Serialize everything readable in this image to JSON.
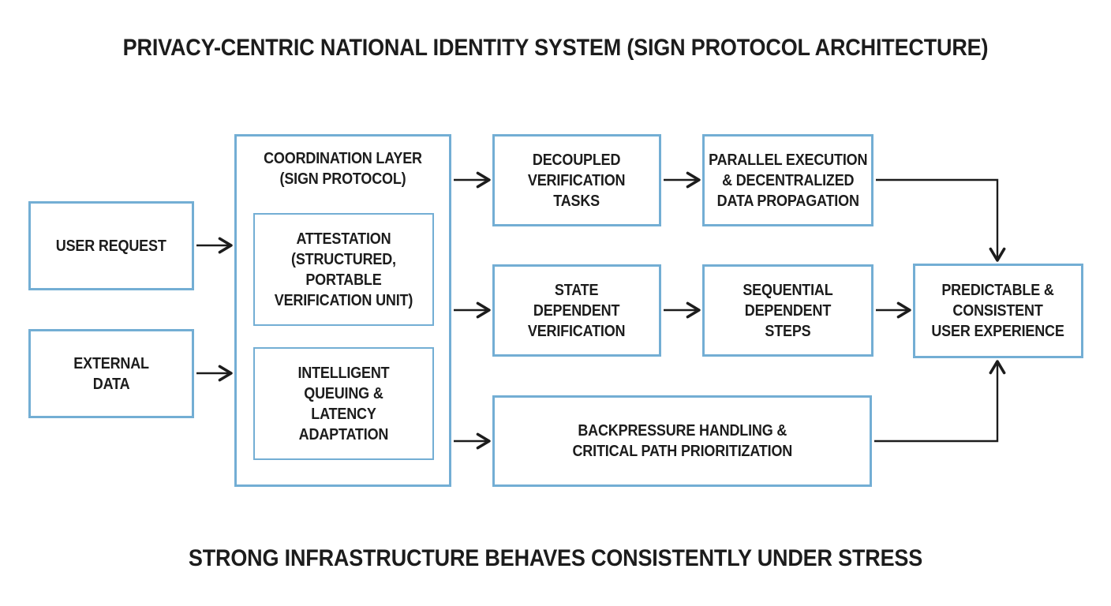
{
  "title": "PRIVACY-CENTRIC NATIONAL IDENTITY SYSTEM (SIGN PROTOCOL ARCHITECTURE)",
  "footer": "STRONG INFRASTRUCTURE BEHAVES CONSISTENTLY UNDER STRESS",
  "colors": {
    "box_border": "#73aed4",
    "arrow": "#1c1c1c",
    "text": "#1c1c1c",
    "background": "#ffffff"
  },
  "nodes": {
    "user_request": {
      "label": [
        "USER REQUEST"
      ]
    },
    "external_data": {
      "label": [
        "EXTERNAL",
        "DATA"
      ]
    },
    "coordination_layer": {
      "label": [
        "COORDINATION LAYER",
        "(SIGN PROTOCOL)"
      ]
    },
    "attestation": {
      "label": [
        "ATTESTATION",
        "(STRUCTURED,",
        "PORTABLE",
        "VERIFICATION UNIT)"
      ]
    },
    "intelligent_queuing": {
      "label": [
        "INTELLIGENT",
        "QUEUING &",
        "LATENCY",
        "ADAPTATION"
      ]
    },
    "decoupled_verification": {
      "label": [
        "DECOUPLED",
        "VERIFICATION",
        "TASKS"
      ]
    },
    "state_dependent_verification": {
      "label": [
        "STATE",
        "DEPENDENT",
        "VERIFICATION"
      ]
    },
    "backpressure_handling": {
      "label": [
        "BACKPRESSURE HANDLING &",
        "CRITICAL PATH PRIORITIZATION"
      ]
    },
    "parallel_execution": {
      "label": [
        "PARALLEL EXECUTION",
        "& DECENTRALIZED",
        "DATA PROPAGATION"
      ]
    },
    "sequential_steps": {
      "label": [
        "SEQUENTIAL",
        "DEPENDENT",
        "STEPS"
      ]
    },
    "predictable_experience": {
      "label": [
        "PREDICTABLE &",
        "CONSISTENT",
        "USER EXPERIENCE"
      ]
    }
  },
  "edges": [
    {
      "from": "user_request",
      "to": "coordination_layer"
    },
    {
      "from": "external_data",
      "to": "coordination_layer"
    },
    {
      "from": "coordination_layer",
      "to": "decoupled_verification"
    },
    {
      "from": "coordination_layer",
      "to": "state_dependent_verification"
    },
    {
      "from": "coordination_layer",
      "to": "backpressure_handling"
    },
    {
      "from": "decoupled_verification",
      "to": "parallel_execution"
    },
    {
      "from": "state_dependent_verification",
      "to": "sequential_steps"
    },
    {
      "from": "sequential_steps",
      "to": "predictable_experience"
    },
    {
      "from": "parallel_execution",
      "to": "predictable_experience"
    },
    {
      "from": "backpressure_handling",
      "to": "predictable_experience"
    }
  ]
}
